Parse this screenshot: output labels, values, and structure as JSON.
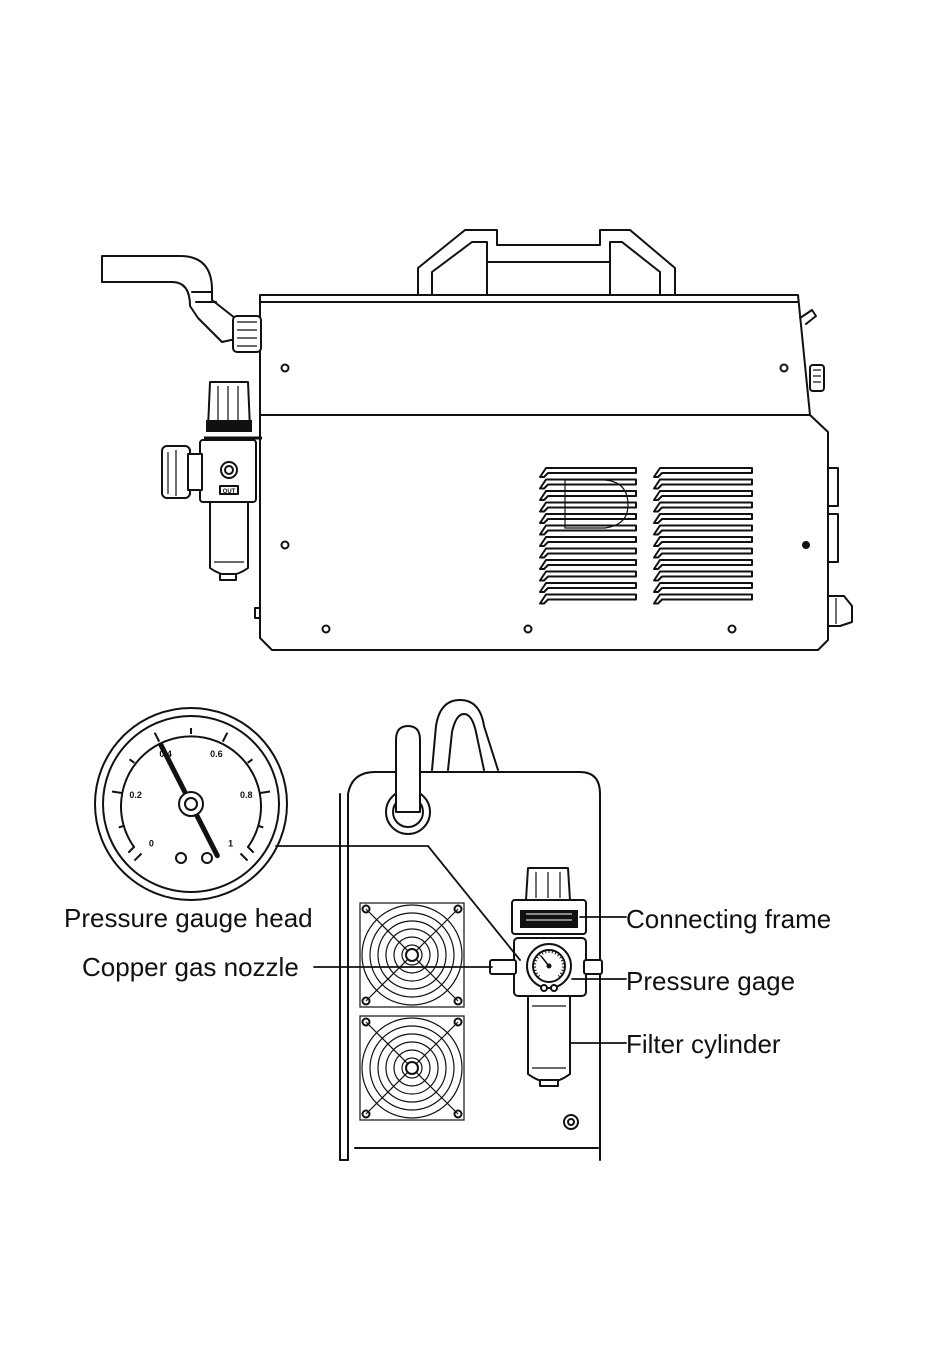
{
  "labels": {
    "pressure_gauge_head": "Pressure gauge head",
    "copper_gas_nozzle": "Copper gas nozzle",
    "connecting_frame": "Connecting frame",
    "pressure_gage": "Pressure gage",
    "filter_cylinder": "Filter cylinder"
  },
  "gauge": {
    "ticks": [
      "0",
      "0.2",
      "0.4",
      "0.6",
      "0.8",
      "1"
    ],
    "needle_value": 0.4
  },
  "regulator_outlet_label": "OUT",
  "colors": {
    "line": "#111111",
    "background": "#ffffff"
  }
}
